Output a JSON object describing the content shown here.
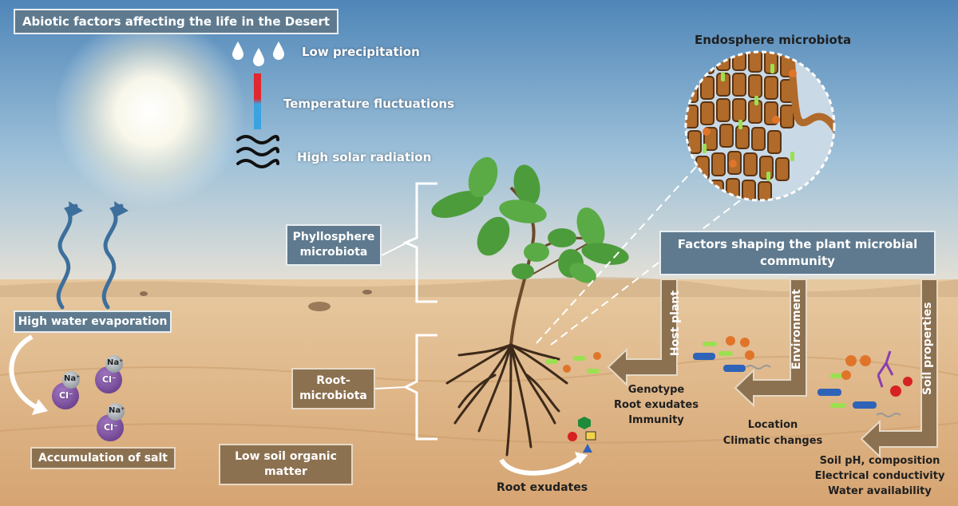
{
  "title": "Abiotic factors affecting the life in the Desert",
  "abiotic": {
    "precipitation": "Low precipitation",
    "temperature": "Temperature fluctuations",
    "radiation": "High solar radiation"
  },
  "evaporation": "High water evaporation",
  "salt": {
    "label": "Accumulation of salt",
    "na": "Na⁺",
    "cl": "Cl⁻"
  },
  "soil_organic": "Low soil organic matter",
  "plant": {
    "phyllosphere": "Phyllosphere microbiota",
    "root_microbiota": "Root-microbiota",
    "root_exudates": "Root exudates"
  },
  "endosphere": "Endosphere microbiota",
  "factors": {
    "title": "Factors shaping the plant microbial community",
    "host_plant": {
      "label": "Host plant",
      "items": [
        "Genotype",
        "Root exudates",
        "Immunity"
      ]
    },
    "environment": {
      "label": "Environment",
      "items": [
        "Location",
        "Climatic changes"
      ]
    },
    "soil": {
      "label": "Soil properties",
      "items": [
        "Soil pH, composition",
        "Electrical conductivity",
        "Water availability"
      ]
    }
  },
  "colors": {
    "box_blue": "#5f7a8e",
    "box_brown": "#8c7150",
    "arrow_blue": "#3d6f9c",
    "sky_top": "#5b8fbd",
    "sand": "#dcb68a"
  }
}
